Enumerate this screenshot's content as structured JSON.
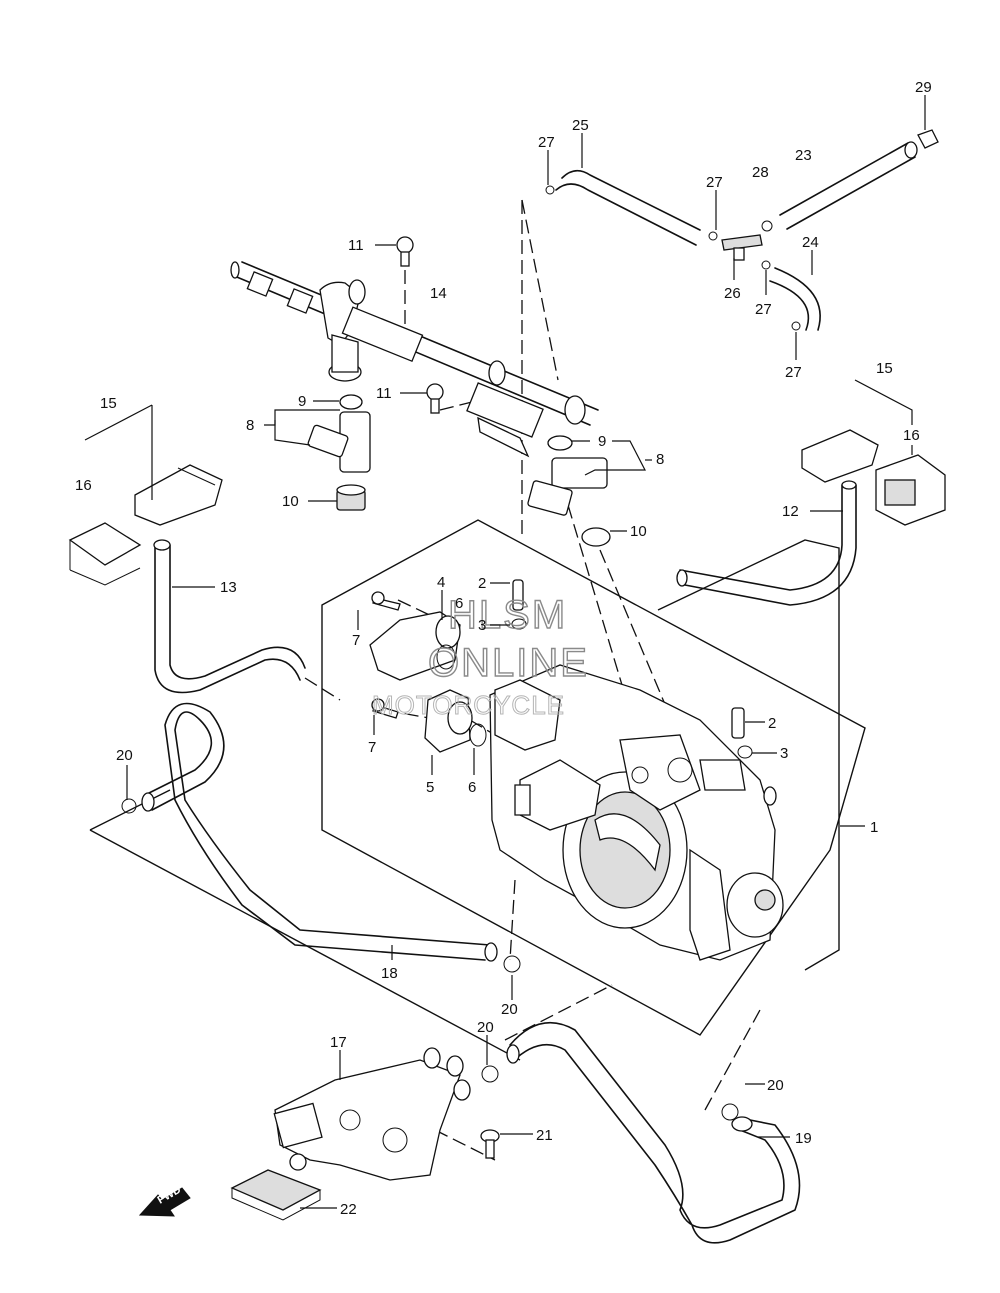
{
  "diagram": {
    "callouts": [
      {
        "id": "c29",
        "text": "29"
      },
      {
        "id": "c25",
        "text": "25"
      },
      {
        "id": "c27a",
        "text": "27"
      },
      {
        "id": "c23",
        "text": "23"
      },
      {
        "id": "c28",
        "text": "28"
      },
      {
        "id": "c27b",
        "text": "27"
      },
      {
        "id": "c24",
        "text": "24"
      },
      {
        "id": "c26",
        "text": "26"
      },
      {
        "id": "c27c",
        "text": "27"
      },
      {
        "id": "c27d",
        "text": "27"
      },
      {
        "id": "c11a",
        "text": "11"
      },
      {
        "id": "c14",
        "text": "14"
      },
      {
        "id": "c11b",
        "text": "11"
      },
      {
        "id": "c9a",
        "text": "9"
      },
      {
        "id": "c8a",
        "text": "8"
      },
      {
        "id": "c10a",
        "text": "10"
      },
      {
        "id": "c9b",
        "text": "9"
      },
      {
        "id": "c8b",
        "text": "8"
      },
      {
        "id": "c10b",
        "text": "10"
      },
      {
        "id": "c15a",
        "text": "15"
      },
      {
        "id": "c16a",
        "text": "16"
      },
      {
        "id": "c15b",
        "text": "15"
      },
      {
        "id": "c16b",
        "text": "16"
      },
      {
        "id": "c12",
        "text": "12"
      },
      {
        "id": "c13",
        "text": "13"
      },
      {
        "id": "c4",
        "text": "4"
      },
      {
        "id": "c2a",
        "text": "2"
      },
      {
        "id": "c6a",
        "text": "6"
      },
      {
        "id": "c3a",
        "text": "3"
      },
      {
        "id": "c7a",
        "text": "7"
      },
      {
        "id": "c7b",
        "text": "7"
      },
      {
        "id": "c5",
        "text": "5"
      },
      {
        "id": "c6b",
        "text": "6"
      },
      {
        "id": "c2b",
        "text": "2"
      },
      {
        "id": "c3b",
        "text": "3"
      },
      {
        "id": "c1",
        "text": "1"
      },
      {
        "id": "c20a",
        "text": "20"
      },
      {
        "id": "c18",
        "text": "18"
      },
      {
        "id": "c20b",
        "text": "20"
      },
      {
        "id": "c20c",
        "text": "20"
      },
      {
        "id": "c17",
        "text": "17"
      },
      {
        "id": "c20d",
        "text": "20"
      },
      {
        "id": "c19",
        "text": "19"
      },
      {
        "id": "c21",
        "text": "21"
      },
      {
        "id": "c22",
        "text": "22"
      }
    ],
    "watermark": {
      "line1": "HLSM",
      "line2": "ONLINE",
      "line3": "MOTORCYCLE"
    },
    "fwd_label": "FWD"
  }
}
